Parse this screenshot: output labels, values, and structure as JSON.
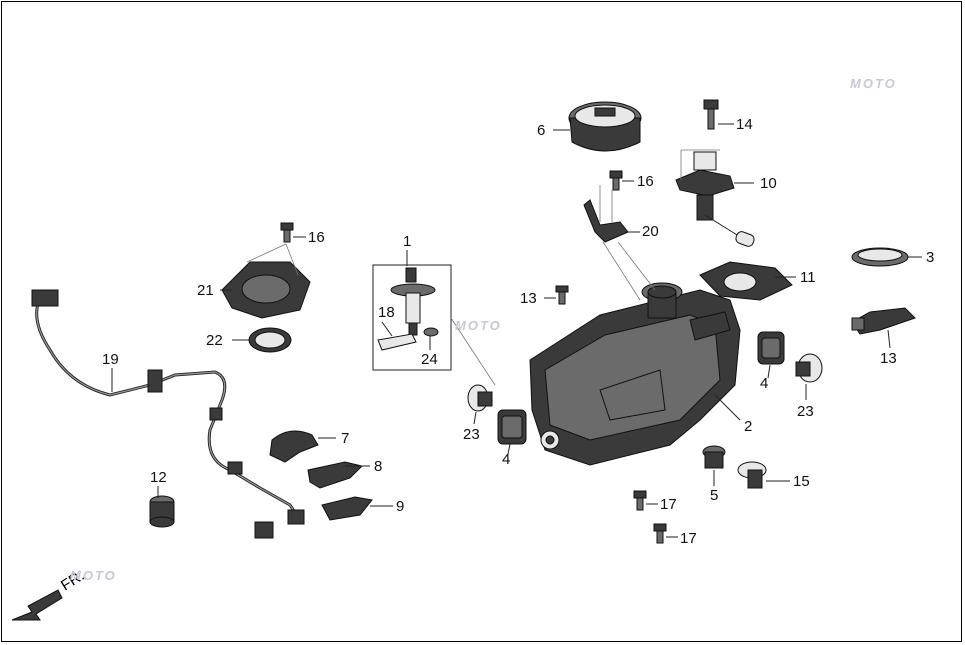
{
  "diagram": {
    "direction_label": "FR.",
    "watermark": "MOTO",
    "labels": [
      "1",
      "2",
      "3",
      "4",
      "4",
      "5",
      "6",
      "7",
      "8",
      "9",
      "10",
      "11",
      "12",
      "13",
      "13",
      "14",
      "15",
      "16",
      "16",
      "17",
      "17",
      "18",
      "19",
      "20",
      "21",
      "22",
      "23",
      "23",
      "24"
    ]
  },
  "colors": {
    "part": "#3a3a3a",
    "line": "#222222",
    "border": "#000000"
  }
}
